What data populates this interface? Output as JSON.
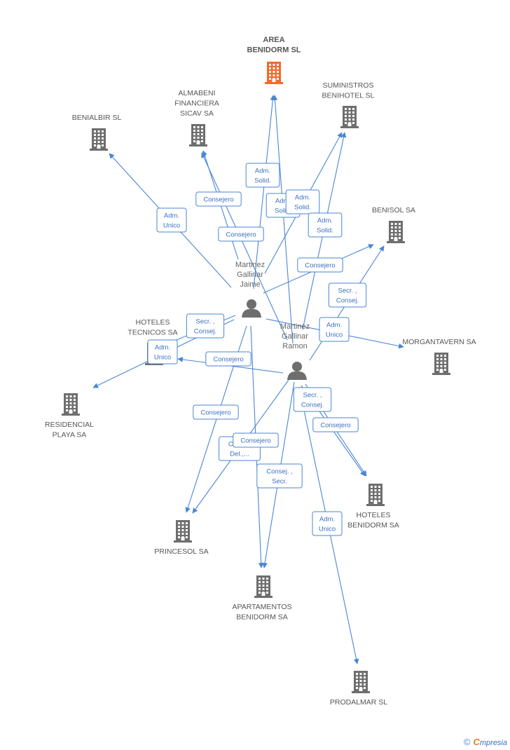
{
  "colors": {
    "edge": "#4a86d4",
    "company": "#6e6e6e",
    "main_company": "#f26a2c",
    "person": "#6e6e6e"
  },
  "companies": [
    {
      "id": "area",
      "lines": [
        "AREA",
        "BENIDORM SL"
      ],
      "main": true,
      "icon": "building-icon"
    },
    {
      "id": "suministros",
      "lines": [
        "SUMINISTROS",
        "BENIHOTEL  SL"
      ],
      "icon": "building-icon"
    },
    {
      "id": "almabeni",
      "lines": [
        "ALMABENI",
        "FINANCIERA",
        "SICAV SA"
      ],
      "icon": "building-icon"
    },
    {
      "id": "benialbir",
      "lines": [
        "BENIALBIR SL"
      ],
      "icon": "building-icon"
    },
    {
      "id": "benisol",
      "lines": [
        "BENISOL SA"
      ],
      "icon": "building-icon"
    },
    {
      "id": "morgantavern",
      "lines": [
        "MORGANTAVERN SA"
      ],
      "icon": "building-icon"
    },
    {
      "id": "hotelestecnicos",
      "lines": [
        "HOTELES",
        "TECNICOS SA"
      ],
      "icon": "building-icon"
    },
    {
      "id": "residencial",
      "lines": [
        "RESIDENCIAL",
        "PLAYA SA"
      ],
      "icon": "building-icon"
    },
    {
      "id": "princesol",
      "lines": [
        "PRINCESOL SA"
      ],
      "icon": "building-icon"
    },
    {
      "id": "apartamentos",
      "lines": [
        "APARTAMENTOS",
        "BENIDORM SA"
      ],
      "icon": "building-icon"
    },
    {
      "id": "hotelesbenidorm",
      "lines": [
        "HOTELES",
        "BENIDORM SA"
      ],
      "icon": "building-icon"
    },
    {
      "id": "prodalmar",
      "lines": [
        "PRODALMAR SL"
      ],
      "icon": "building-icon"
    }
  ],
  "persons": [
    {
      "id": "jaime",
      "lines": [
        "Martinez",
        "Gallinar",
        "Jaime"
      ],
      "icon": "person-icon"
    },
    {
      "id": "ramon",
      "lines": [
        "Martinez",
        "Gallinar",
        "Ramon"
      ],
      "icon": "person-icon"
    }
  ],
  "edges": [
    {
      "from": "jaime",
      "to": "area",
      "label": [
        "Adm.",
        "Solid."
      ]
    },
    {
      "from": "ramon",
      "to": "area",
      "label": [
        "Adm.",
        "Solid."
      ]
    },
    {
      "from": "jaime",
      "to": "suministros",
      "label": [
        "Adm.",
        "Solid."
      ]
    },
    {
      "from": "ramon",
      "to": "suministros",
      "label": [
        "Adm.",
        "Solid."
      ]
    },
    {
      "from": "jaime",
      "to": "almabeni",
      "label": [
        "Consejero"
      ]
    },
    {
      "from": "ramon",
      "to": "almabeni",
      "label": [
        "Consejero"
      ]
    },
    {
      "from": "jaime",
      "to": "benialbir",
      "label": [
        "Adm.",
        "Unico"
      ]
    },
    {
      "from": "jaime",
      "to": "benisol",
      "label": [
        "Consejero"
      ]
    },
    {
      "from": "ramon",
      "to": "benisol",
      "label": [
        "Secr. ,",
        "Consej."
      ]
    },
    {
      "from": "jaime",
      "to": "morgantavern",
      "label": [
        "Adm.",
        "Unico"
      ]
    },
    {
      "from": "jaime",
      "to": "hotelestecnicos",
      "label": [
        "Secr. ,",
        "Consej."
      ]
    },
    {
      "from": "ramon",
      "to": "hotelestecnicos",
      "label": [
        "Consejero"
      ]
    },
    {
      "from": "jaime",
      "to": "residencial",
      "label": [
        "Adm.",
        "Unico"
      ]
    },
    {
      "from": "jaime",
      "to": "princesol",
      "label": [
        "Consejero"
      ]
    },
    {
      "from": "ramon",
      "to": "princesol",
      "label": [
        "Consej.",
        "Del.,..."
      ]
    },
    {
      "from": "jaime",
      "to": "apartamentos",
      "label": [
        "Consejero"
      ]
    },
    {
      "from": "ramon",
      "to": "apartamentos",
      "label": [
        "Consej. ,",
        "Secr."
      ]
    },
    {
      "from": "ramon",
      "to": "hotelesbenidorm",
      "label": [
        "Secr. ,",
        "Consej."
      ]
    },
    {
      "from": "ramon",
      "to": "hotelesbenidorm",
      "label": [
        "Consejero"
      ]
    },
    {
      "from": "ramon",
      "to": "prodalmar",
      "label": [
        "Adm.",
        "Unico"
      ]
    }
  ],
  "brand": {
    "copyright": "©",
    "first_letter": "C",
    "rest": "mpresia"
  }
}
